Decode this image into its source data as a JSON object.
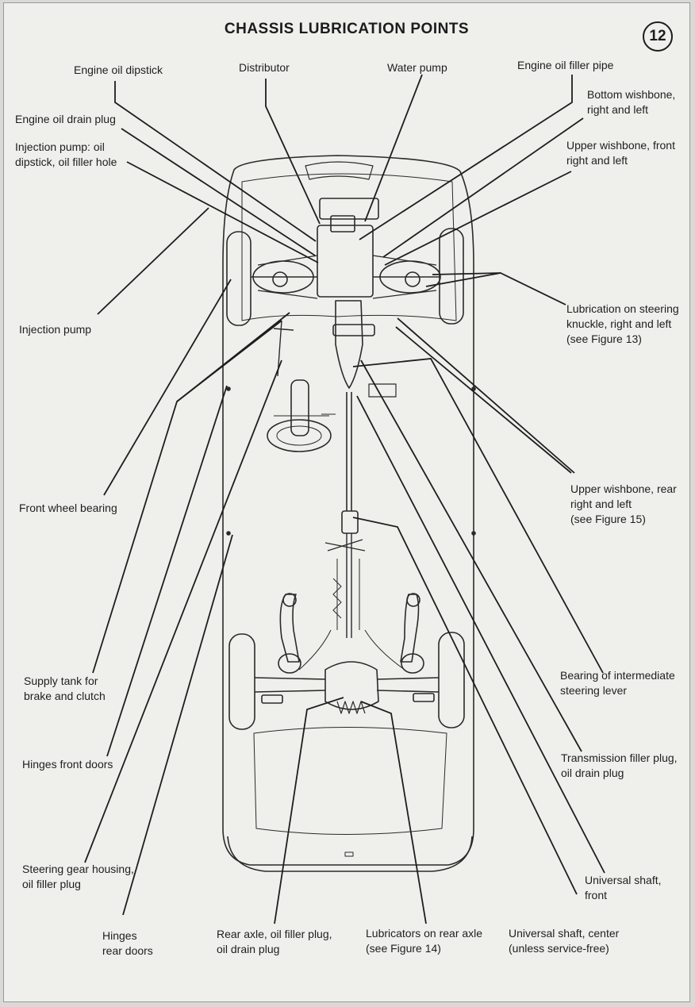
{
  "page": {
    "title": "CHASSIS LUBRICATION POINTS",
    "figure_number": "12"
  },
  "labels": {
    "engine_oil_dipstick": "Engine oil dipstick",
    "distributor": "Distributor",
    "water_pump": "Water pump",
    "engine_oil_filler_pipe": "Engine oil filler pipe",
    "engine_oil_drain_plug": "Engine oil drain plug",
    "bottom_wishbone": "Bottom wishbone,\nright and left",
    "injection_pump_dipstick": "Injection pump: oil\ndipstick, oil filler hole",
    "upper_wishbone_front": "Upper wishbone, front\nright and left",
    "injection_pump": "Injection pump",
    "steering_knuckle": "Lubrication on steering\nknuckle, right and left\n(see Figure 13)",
    "front_wheel_bearing": "Front wheel bearing",
    "upper_wishbone_rear": "Upper wishbone, rear\nright and left\n(see Figure 15)",
    "supply_tank": "Supply tank for\nbrake and clutch",
    "intermediate_steering_lever": "Bearing of intermediate\nsteering lever",
    "hinges_front_doors": "Hinges front doors",
    "transmission_filler_plug": "Transmission filler plug,\noil drain plug",
    "steering_gear_housing": "Steering gear housing,\noil filler plug",
    "universal_shaft_front": "Universal shaft,\nfront",
    "hinges_rear_doors": "Hinges\nrear doors",
    "rear_axle_plug": "Rear axle, oil filler plug,\noil drain plug",
    "lubricators_rear_axle": "Lubricators on rear axle\n(see Figure 14)",
    "universal_shaft_center": "Universal shaft, center\n(unless service-free)"
  },
  "colors": {
    "paper": "#efefec",
    "ink": "#1e1e1e"
  }
}
